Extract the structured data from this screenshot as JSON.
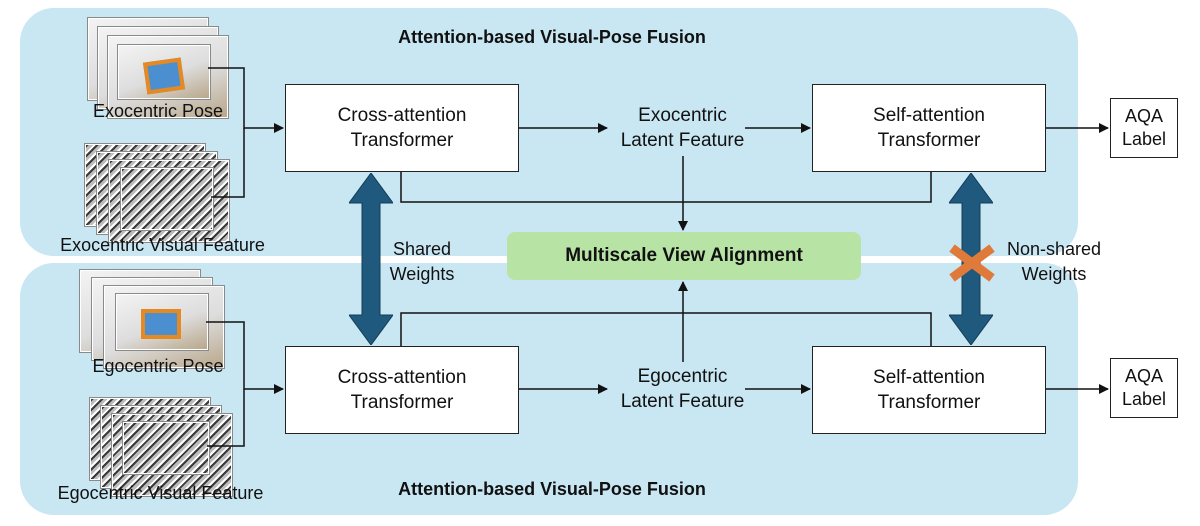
{
  "top_title": "Attention-based Visual-Pose Fusion",
  "bottom_title": "Attention-based Visual-Pose Fusion",
  "exo": {
    "pose_label": "Exocentric Pose",
    "visual_label": "Exocentric Visual Feature",
    "cross_attention": [
      "Cross-attention",
      "Transformer"
    ],
    "latent": [
      "Exocentric",
      "Latent Feature"
    ],
    "self_attention": [
      "Self-attention",
      "Transformer"
    ],
    "output": [
      "AQA",
      "Label"
    ]
  },
  "ego": {
    "pose_label": "Egocentric Pose",
    "visual_label": "Egocentric Visual Feature",
    "cross_attention": [
      "Cross-attention",
      "Transformer"
    ],
    "latent": [
      "Egocentric",
      "Latent Feature"
    ],
    "self_attention": [
      "Self-attention",
      "Transformer"
    ],
    "output": [
      "AQA",
      "Label"
    ]
  },
  "shared_weights": [
    "Shared",
    "Weights"
  ],
  "non_shared_weights": [
    "Non-shared",
    "Weights"
  ],
  "alignment": "Multiscale View Alignment",
  "colors": {
    "panel": "#c9e6f3",
    "alignment": "#b7e4a5",
    "weight_arrow": "#1f5a7e",
    "cross_mark": "#e07a3a"
  },
  "icons": [
    "video-frame-stack",
    "double-headed-arrow",
    "cross-mark"
  ]
}
